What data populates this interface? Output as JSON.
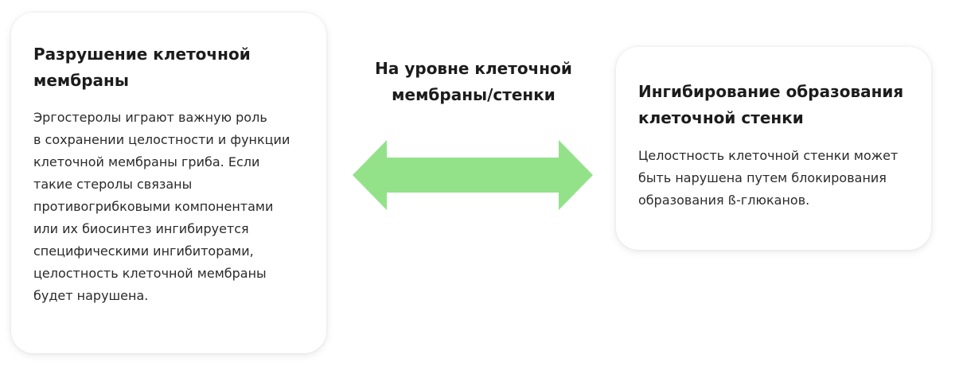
{
  "left_card": {
    "title": "Разрушение клеточной\nмембраны",
    "text": "Эргостеролы играют важную роль\nв сохранении целостности и функции\nклеточной мембраны гриба. Если\nтакие стеролы связаны\nпротивогрибковыми компонентами\nили их биосинтез ингибируется\nспецифическими ингибиторами,\nцелостность клеточной мембраны\nбудет нарушена."
  },
  "center": {
    "title": "На уровне клеточной\nмембраны/стенки",
    "arrow_icon": "double-headed-arrow-icon",
    "arrow_color": "#93e28a"
  },
  "right_card": {
    "title": "Ингибирование образования\nклеточной стенки",
    "text": "Целостность клеточной стенки может\nбыть нарушена путем блокирования\nобразования ß-глюканов."
  }
}
